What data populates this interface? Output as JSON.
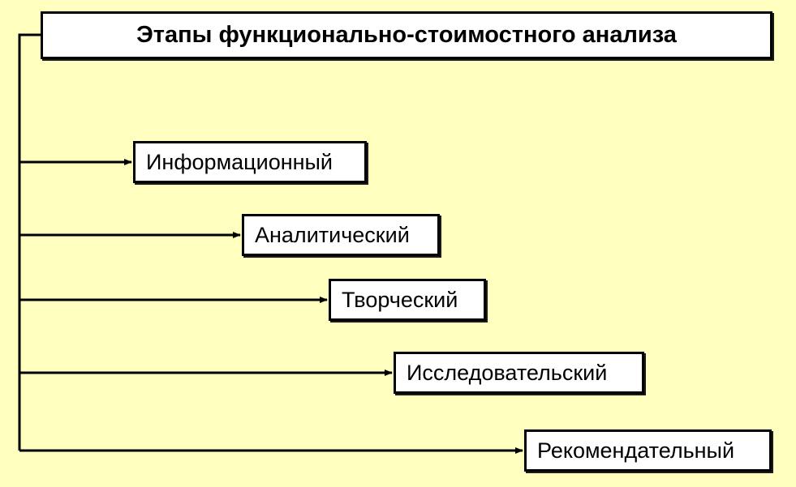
{
  "diagram": {
    "title": "Этапы функционально-стоимостного анализа",
    "stages": [
      {
        "label": "Информационный"
      },
      {
        "label": "Аналитический"
      },
      {
        "label": "Творческий"
      },
      {
        "label": "Исследовательский"
      },
      {
        "label": "Рекомендательный"
      }
    ]
  },
  "colors": {
    "background": "#FFFFC0",
    "box_fill": "#FFFFFF",
    "line": "#000000"
  }
}
